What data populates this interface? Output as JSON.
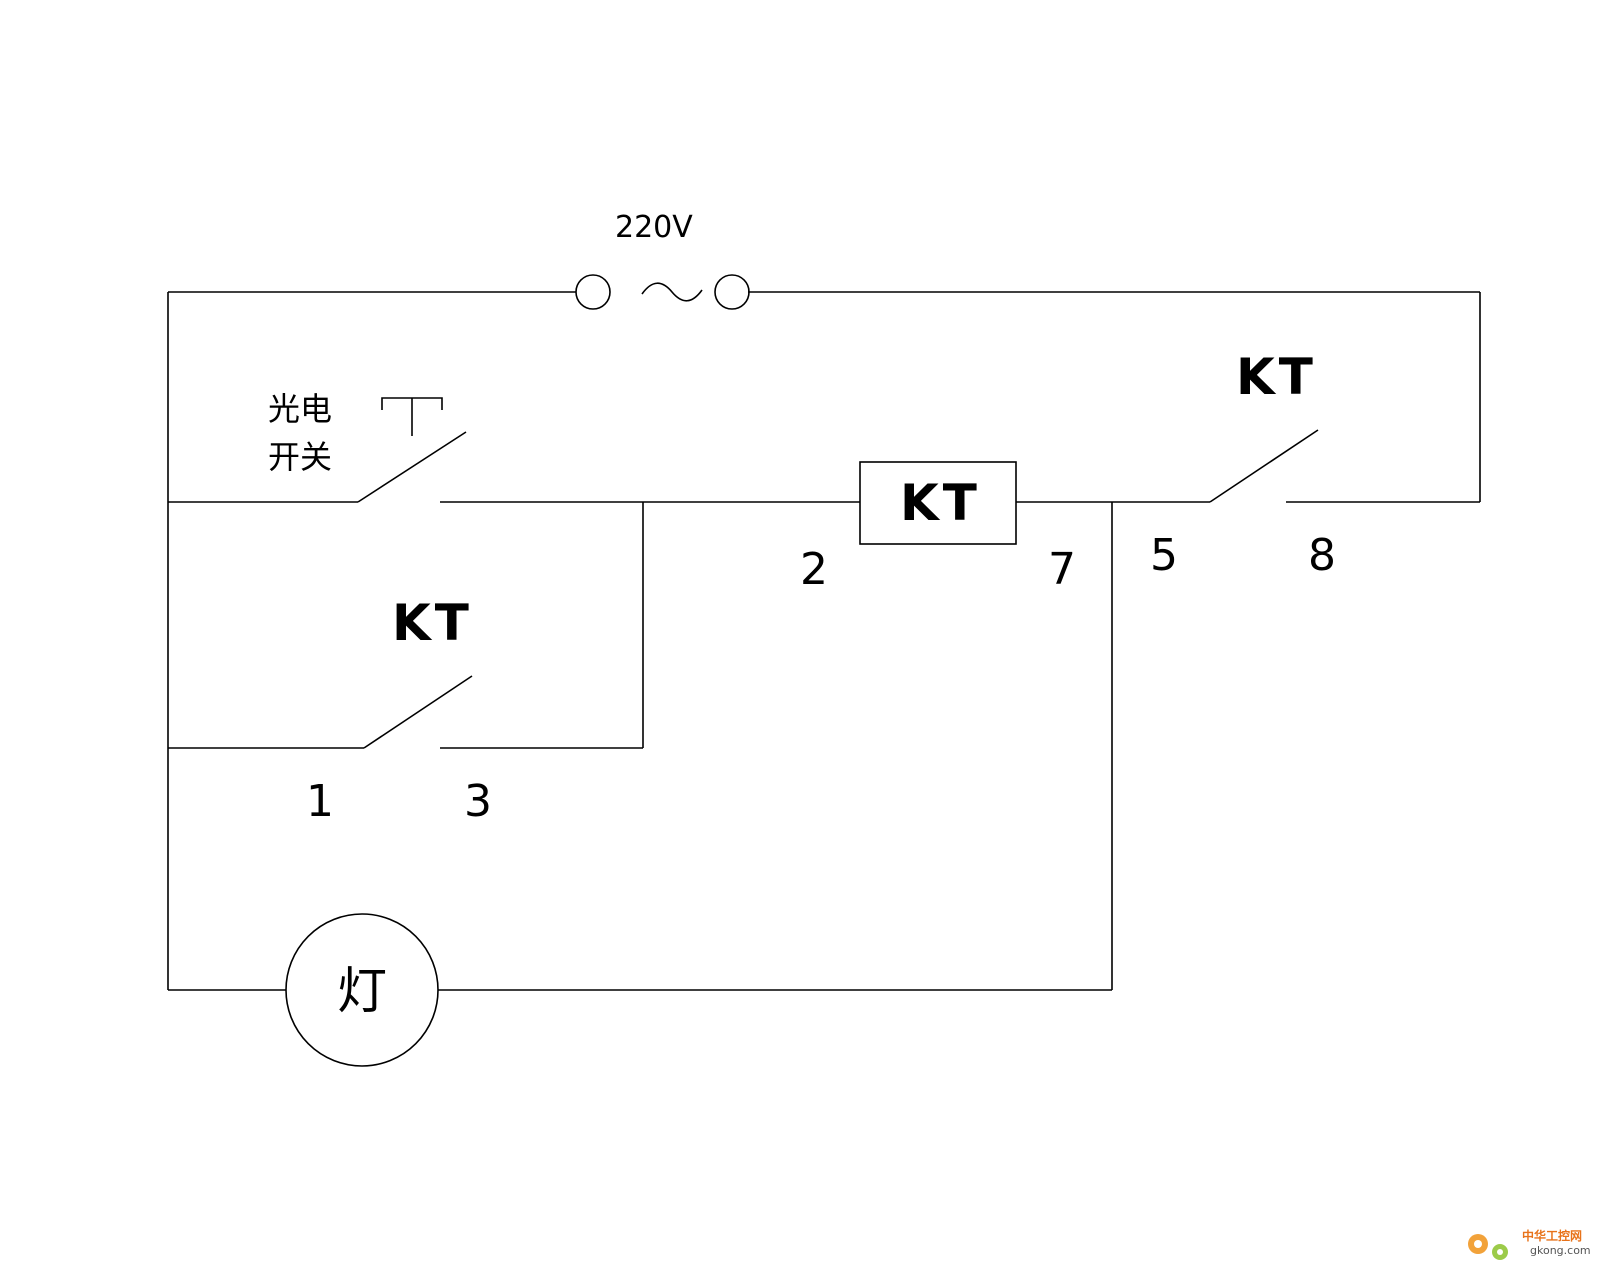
{
  "diagram": {
    "source": {
      "voltage_label": "220V",
      "ac_symbol": "~"
    },
    "photo_switch": {
      "label_line1": "光电",
      "label_line2": "开关"
    },
    "relay_coil": {
      "label": "KT",
      "terminal_left": "2",
      "terminal_right": "7"
    },
    "hold_contact": {
      "label": "KT",
      "terminal_left": "1",
      "terminal_right": "3"
    },
    "output_contact": {
      "label": "KT",
      "terminal_left": "5",
      "terminal_right": "8"
    },
    "lamp": {
      "label": "灯"
    }
  },
  "watermark": {
    "text_cn": "中华工控网",
    "text_en": "gkong.com"
  }
}
